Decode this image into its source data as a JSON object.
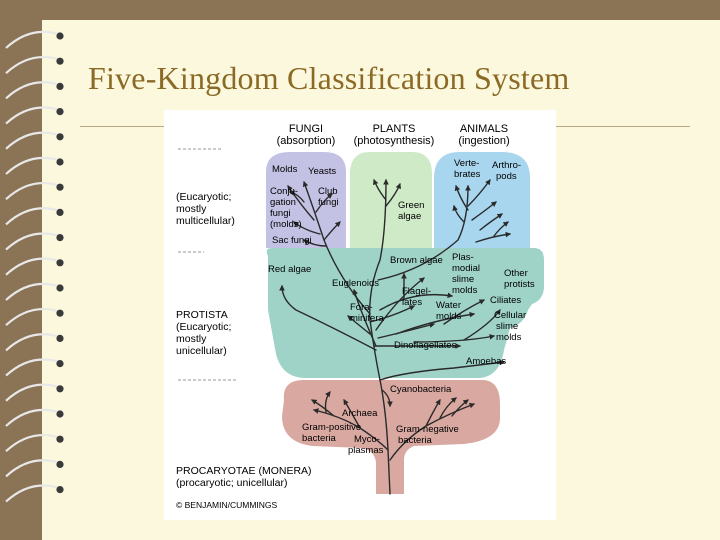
{
  "slide": {
    "title": "Five-Kingdom Classification System"
  },
  "figure": {
    "kingdom_heads": [
      {
        "name": "FUNGI",
        "mode": "(absorption)"
      },
      {
        "name": "PLANTS",
        "mode": "(photosynthesis)"
      },
      {
        "name": "ANIMALS",
        "mode": "(ingestion)"
      }
    ],
    "side_labels": {
      "eucaryotic_multi": [
        "(Eucaryotic;",
        "mostly",
        "multicellular)"
      ],
      "protista": [
        "PROTISTA",
        "(Eucaryotic;",
        "mostly",
        "unicellular)"
      ],
      "monera": [
        "PROCARYOTAE (MONERA)",
        "(procaryotic; unicellular)"
      ]
    },
    "fungi_groups": {
      "molds": "Molds",
      "yeasts": "Yeasts",
      "conjugation": [
        "Conju-",
        "gation",
        "fungi",
        "(molds)"
      ],
      "club": [
        "Club",
        "fungi"
      ],
      "sac": "Sac fungi"
    },
    "plants_groups": {
      "green_algae": [
        "Green",
        "algae"
      ]
    },
    "animals_groups": {
      "vertebrates": [
        "Verte-",
        "brates"
      ],
      "arthropods": [
        "Arthro-",
        "pods"
      ]
    },
    "protista_groups": {
      "red_algae": "Red algae",
      "brown_algae": "Brown algae",
      "plasmodial": [
        "Plas-",
        "modial",
        "slime",
        "molds"
      ],
      "other_protists": [
        "Other",
        "protists"
      ],
      "euglenoids": "Euglenoids",
      "flagellates": [
        "Flagel-",
        "lates"
      ],
      "water_molds": [
        "Water",
        "molds"
      ],
      "ciliates": "Ciliates",
      "foraminifera": [
        "Fora-",
        "minifera"
      ],
      "cellular_slime": [
        "Cellular",
        "slime",
        "molds"
      ],
      "dinoflagellates": "Dinoflagellates",
      "amoebas": "Amoebas"
    },
    "monera_groups": {
      "cyanobacteria": "Cyanobacteria",
      "archaea": "Archaea",
      "gram_positive": [
        "Gram-positive",
        "bacteria"
      ],
      "gram_negative": [
        "Gram-negative",
        "bacteria"
      ],
      "mycoplasmas": [
        "Myco-",
        "plasmas"
      ]
    },
    "credit": "© BENJAMIN/CUMMINGS",
    "colors": {
      "fungi": "#c4c2e4",
      "plants": "#cfeac7",
      "animals": "#a8d6ef",
      "protista": "#9fd3c8",
      "monera": "#d9a9a1",
      "tree": "#2a2a2a"
    }
  }
}
